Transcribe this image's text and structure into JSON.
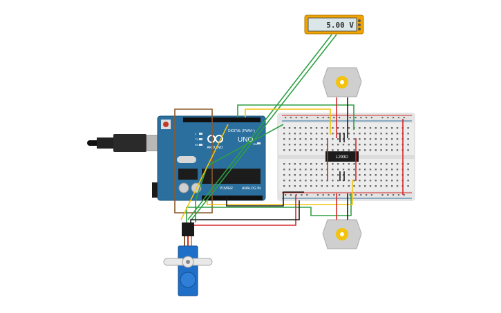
{
  "multimeter": {
    "reading": "5.00 V"
  },
  "arduino": {
    "brand": "ARDUINO",
    "model": "UNO",
    "digital_label": "DIGITAL (PWM~)",
    "power_label": "POWER",
    "analog_label": "ANALOG IN",
    "tx_label": "TX",
    "rx_label": "RX",
    "led_label": "L",
    "on_label": "ON"
  },
  "driver_ic": {
    "label": "L293D"
  },
  "colors": {
    "board": "#2b6f9e",
    "breadboard": "#ececec",
    "wire_green": "#2ea043",
    "wire_yellow": "#f2c40f",
    "wire_red": "#d62728",
    "wire_black": "#1a1a1a",
    "wire_brown": "#8b5a2b",
    "meter_body": "#f0a400",
    "servo_body": "#1f6fc8"
  }
}
